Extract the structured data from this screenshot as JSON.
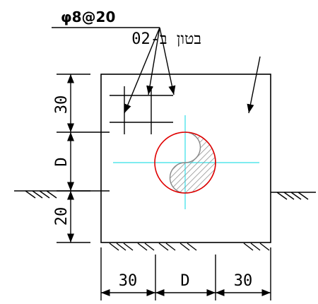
{
  "labels": {
    "rebar_spec": "φ8@20",
    "material": "בטון ב-20",
    "dim_top": "30",
    "dim_mid": "D",
    "dim_bottom": "20",
    "dim_bottom_left": "30",
    "dim_bottom_center": "D",
    "dim_bottom_right": "30"
  },
  "colors": {
    "outline": "#000000",
    "pile_circle": "#e00000",
    "centerline": "#33e0e8",
    "hatch": "#888888"
  }
}
